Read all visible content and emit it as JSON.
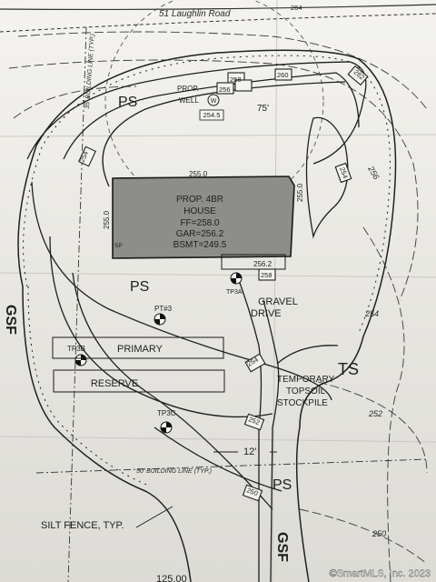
{
  "road_label": "51 Laughlin Road",
  "building_line_left": "35' BUILDING LINE (TYP.)",
  "building_line_bottom": "50' BUILDING LINE (TYP.)",
  "well_label": "PROP.\nWELL",
  "well_symbol": "W",
  "well_elev": "254.5",
  "dim_75": "75'",
  "house": {
    "line1": "PROP. 4BR",
    "line2": "HOUSE",
    "line3": "FF=258.0",
    "line4": "GAR=256.2",
    "line5": "BSMT=249.5",
    "corner_sp": "SP"
  },
  "spot_elevs": {
    "top": "255.0",
    "left": "255.0",
    "right": "255.0",
    "garage": "256.2"
  },
  "contour_tags": {
    "c264": "264",
    "c260": "260",
    "c258a": "258",
    "c256": "256",
    "c262": "262",
    "c254a": "254",
    "c254b": "254",
    "c258b": "258",
    "c254c": "254",
    "c252": "252",
    "c250": "250"
  },
  "contour_plain": {
    "p254": "254",
    "p252": "252",
    "p250": "250",
    "p256": "256"
  },
  "ps_labels": [
    "PS",
    "PS",
    "PS"
  ],
  "gsf_labels": [
    "GSF",
    "GSF"
  ],
  "ts_label": "TS",
  "test_pits": {
    "pt3": "PT#3",
    "tp3a": "TP3A",
    "tp3b": "TP3B",
    "tp3c": "TP3C"
  },
  "driveway": "GRAVEL\nDRIVE",
  "primary": "PRIMARY",
  "reserve": "RESERVE",
  "stockpile": "TEMPORARY\nTOPSOIL\nSTOCKPILE",
  "dim_12": "12'",
  "silt_fence": "SILT FENCE, TYP.",
  "bottom_elev": "125.00",
  "copyright": "©SmartMLS, Inc. 2023"
}
